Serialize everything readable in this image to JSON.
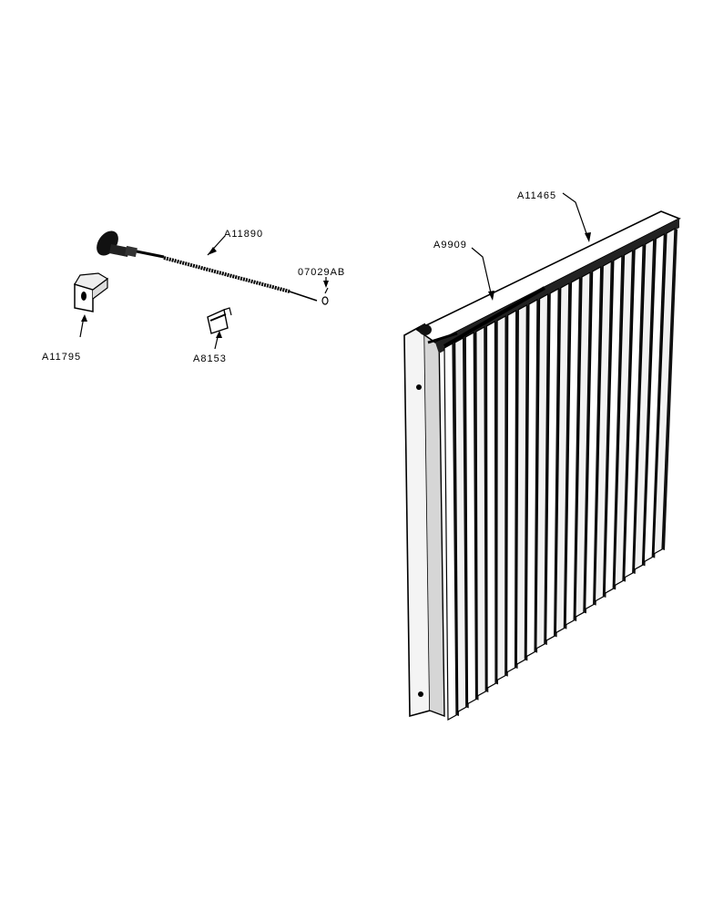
{
  "parts": {
    "choke_cable": "A11890",
    "cable_clip_screw": "07029AB",
    "bracket": "A11795",
    "cable_clip": "A8153",
    "shutter_rod": "A9909",
    "radiator_shutter": "A11465"
  }
}
